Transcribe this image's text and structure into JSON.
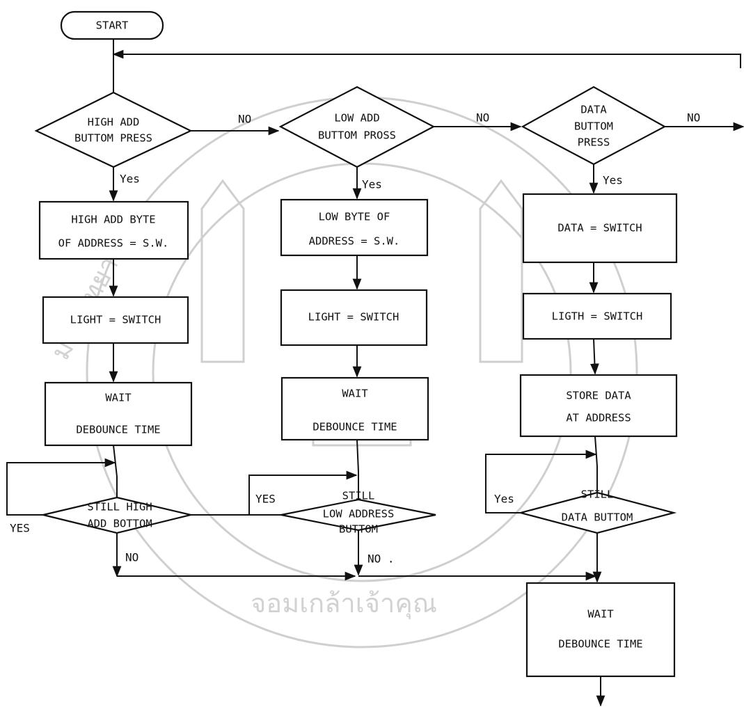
{
  "start": "START",
  "decisions": {
    "high_add": [
      "HIGH ADD",
      "BUTTOM PRESS"
    ],
    "low_add": [
      "LOW ADD",
      "BUTTOM PROSS"
    ],
    "data": [
      "DATA",
      "BUTTOM",
      "PRESS"
    ],
    "still_high": [
      "STILL HIGH",
      "ADD BOTTOM"
    ],
    "still_low": [
      "STILL",
      "LOW ADDRESS",
      "BUTTOM"
    ],
    "still_data": [
      "STILL",
      "DATA BUTTOM"
    ]
  },
  "processes": {
    "high_byte": [
      "HIGH ADD BYTE",
      "OF ADDRESS = S.W."
    ],
    "low_byte": [
      "LOW BYTE OF",
      "ADDRESS = S.W."
    ],
    "data_switch": [
      "DATA = SWITCH"
    ],
    "light_1": [
      "LIGHT = SWITCH"
    ],
    "light_2": [
      "LIGHT = SWITCH"
    ],
    "light_3": [
      "LIGTH = SWITCH"
    ],
    "wait_1": [
      "WAIT",
      "DEBOUNCE TIME"
    ],
    "wait_2": [
      "WAIT",
      "DEBOUNCE TIME"
    ],
    "store": [
      "STORE DATA",
      "AT ADDRESS"
    ],
    "wait_final": [
      "WAIT",
      "DEBOUNCE TIME"
    ]
  },
  "labels": {
    "no_1": "NO",
    "no_2": "NO",
    "no_3": "NO",
    "yes_1": "Yes",
    "yes_2": "Yes",
    "yes_3": "Yes",
    "yes_loop_1": "YES",
    "yes_loop_2": "YES",
    "yes_loop_3": "Yes",
    "no_exit_1": "NO",
    "no_exit_2": "NO ."
  },
  "colors": {
    "ink": "#111111",
    "watermark": "#cfcfcf",
    "background": "#ffffff"
  }
}
